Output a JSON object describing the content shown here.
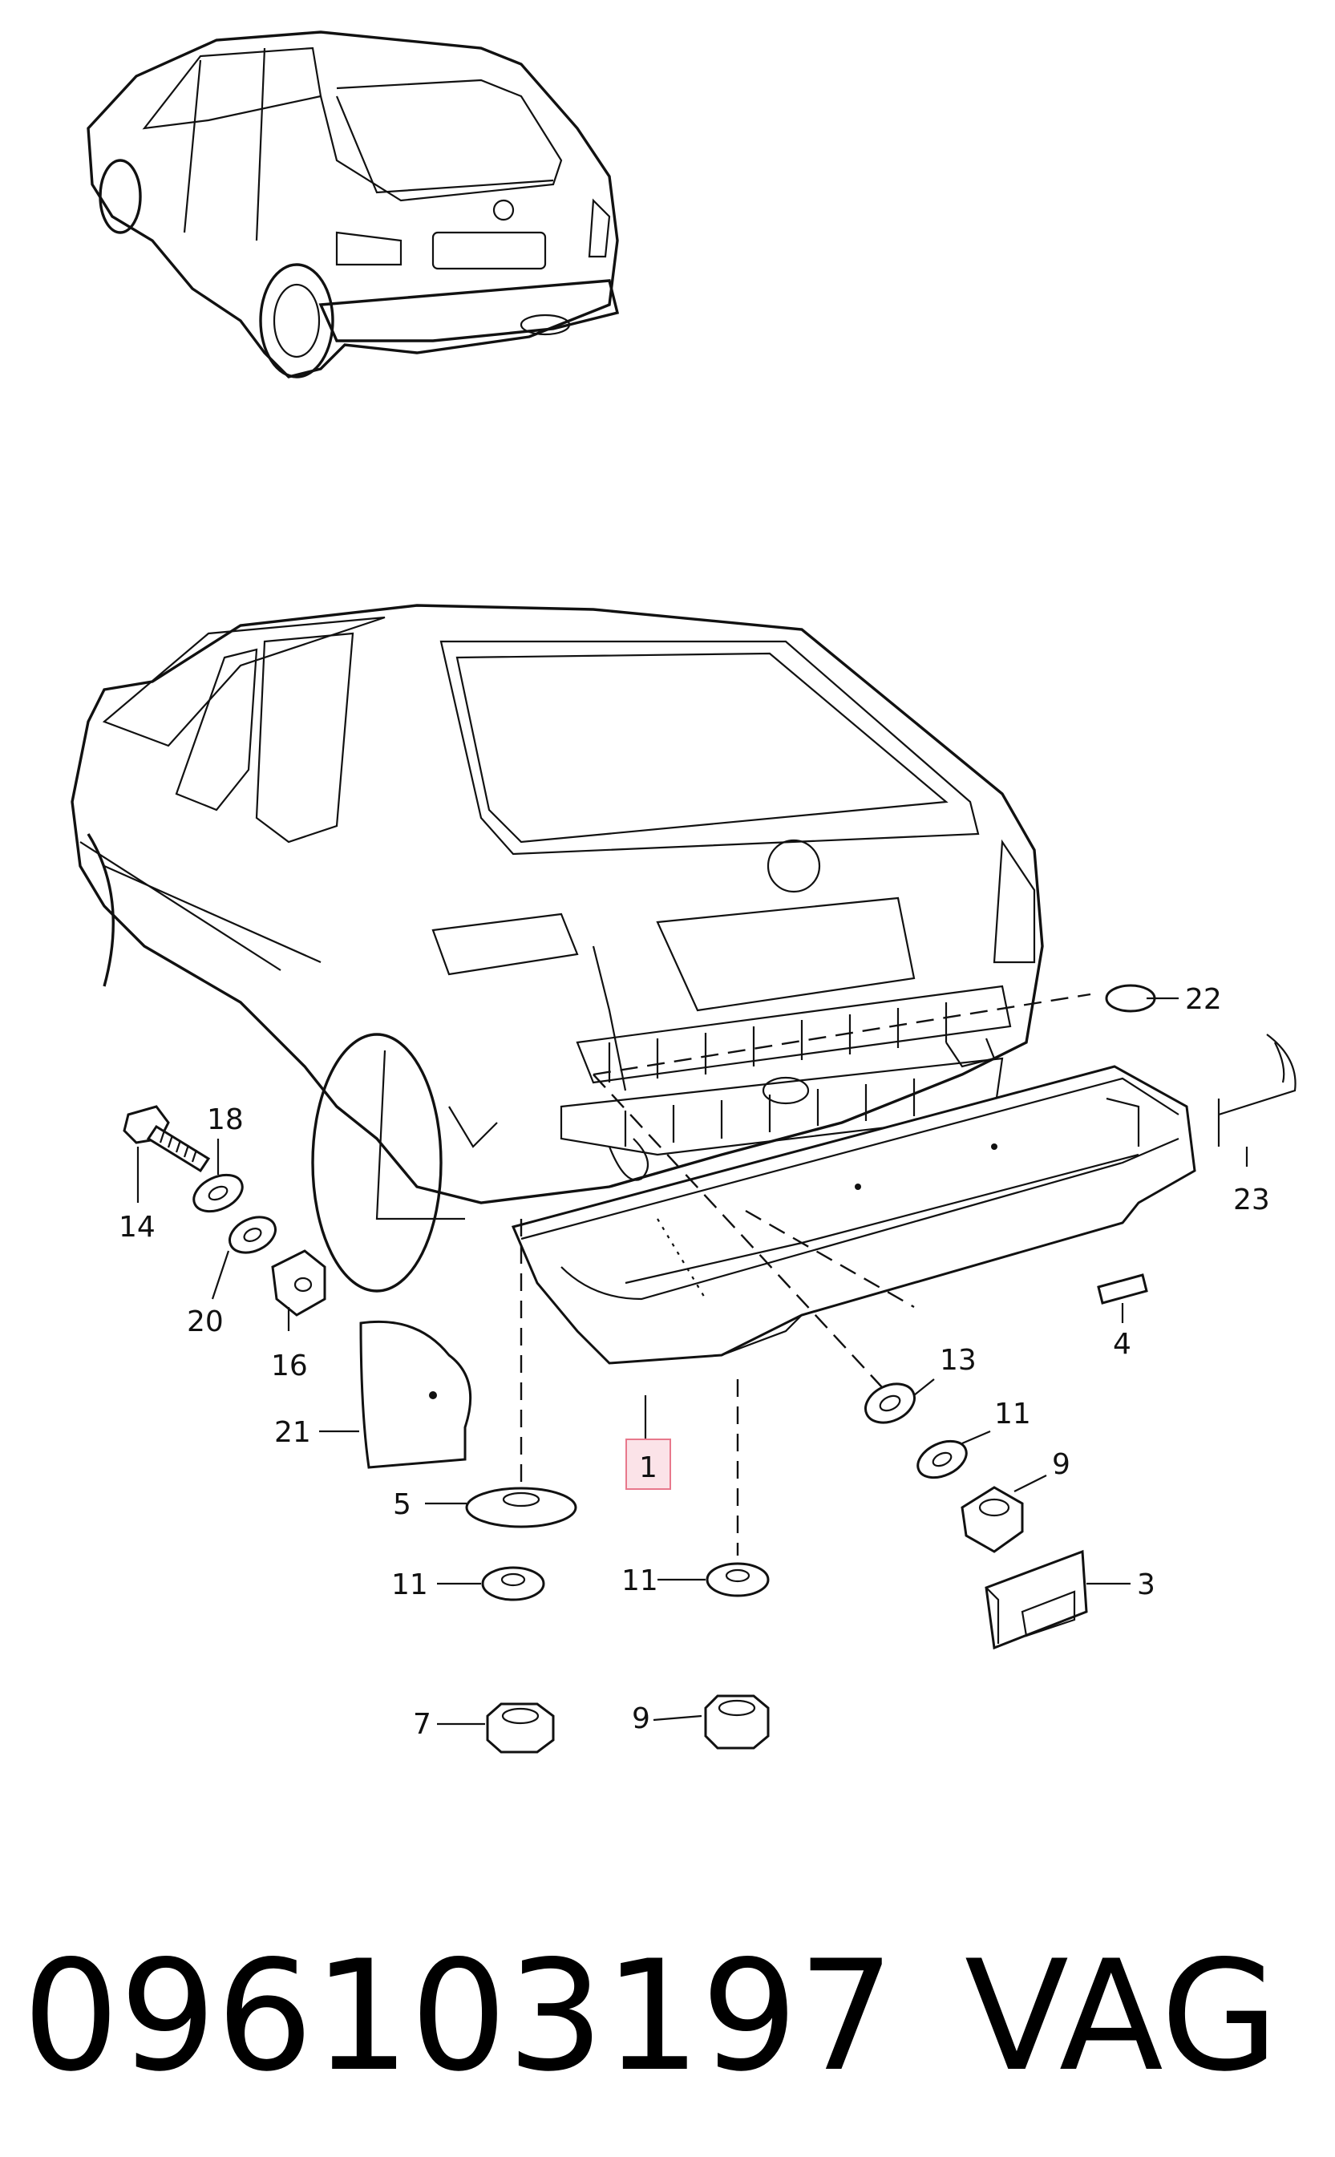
{
  "caption": {
    "part_number": "096103197",
    "brand": "VAG"
  },
  "callouts": [
    {
      "id": "c1",
      "text": "1"
    },
    {
      "id": "c3",
      "text": "3"
    },
    {
      "id": "c4",
      "text": "4"
    },
    {
      "id": "c5",
      "text": "5"
    },
    {
      "id": "c7",
      "text": "7"
    },
    {
      "id": "c9a",
      "text": "9"
    },
    {
      "id": "c9b",
      "text": "9"
    },
    {
      "id": "c11a",
      "text": "11"
    },
    {
      "id": "c11b",
      "text": "11"
    },
    {
      "id": "c11c",
      "text": "11"
    },
    {
      "id": "c13",
      "text": "13"
    },
    {
      "id": "c14",
      "text": "14"
    },
    {
      "id": "c16",
      "text": "16"
    },
    {
      "id": "c18",
      "text": "18"
    },
    {
      "id": "c20",
      "text": "20"
    },
    {
      "id": "c21",
      "text": "21"
    },
    {
      "id": "c22",
      "text": "22"
    },
    {
      "id": "c23",
      "text": "23"
    }
  ],
  "highlight_color": "#e8788c"
}
